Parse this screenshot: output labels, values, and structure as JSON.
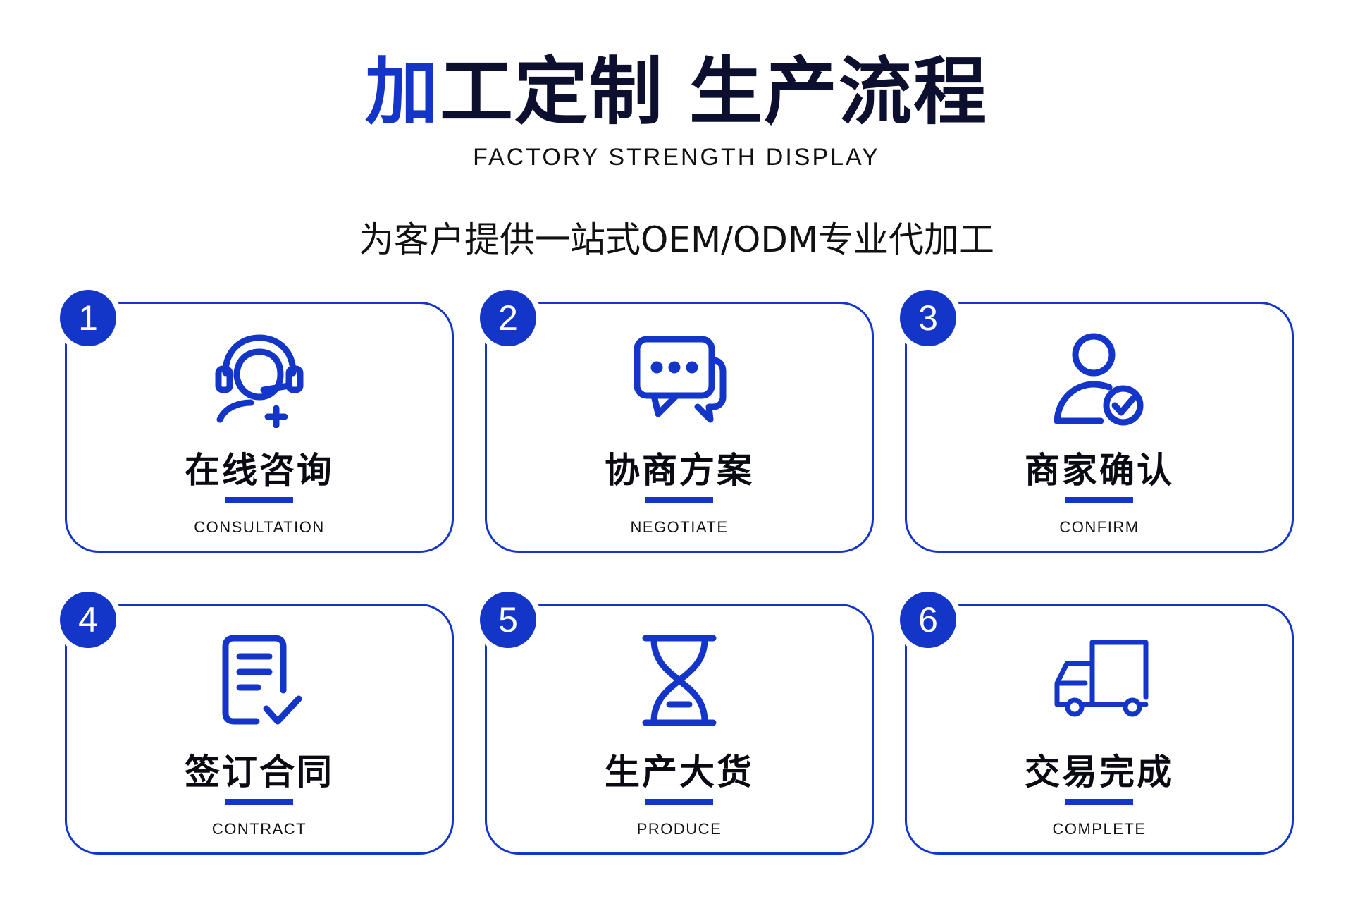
{
  "header": {
    "title_accent": "加",
    "title_rest": "工定制",
    "title_second": "生产流程",
    "subtitle_en": "FACTORY STRENGTH DISPLAY",
    "tagline": "为客户提供一站式OEM/ODM专业代加工"
  },
  "colors": {
    "accent": "#1436c8",
    "title": "#0c0f2e",
    "text": "#0a0a12"
  },
  "steps": [
    {
      "number": "1",
      "title": "在线咨询",
      "subtitle": "CONSULTATION",
      "icon": "customer-service-headset-icon"
    },
    {
      "number": "2",
      "title": "协商方案",
      "subtitle": "NEGOTIATE",
      "icon": "chat-bubbles-icon"
    },
    {
      "number": "3",
      "title": "商家确认",
      "subtitle": "CONFIRM",
      "icon": "user-check-icon"
    },
    {
      "number": "4",
      "title": "签订合同",
      "subtitle": "CONTRACT",
      "icon": "document-check-icon"
    },
    {
      "number": "5",
      "title": "生产大货",
      "subtitle": "PRODUCE",
      "icon": "hourglass-icon"
    },
    {
      "number": "6",
      "title": "交易完成",
      "subtitle": "COMPLETE",
      "icon": "delivery-truck-icon"
    }
  ]
}
